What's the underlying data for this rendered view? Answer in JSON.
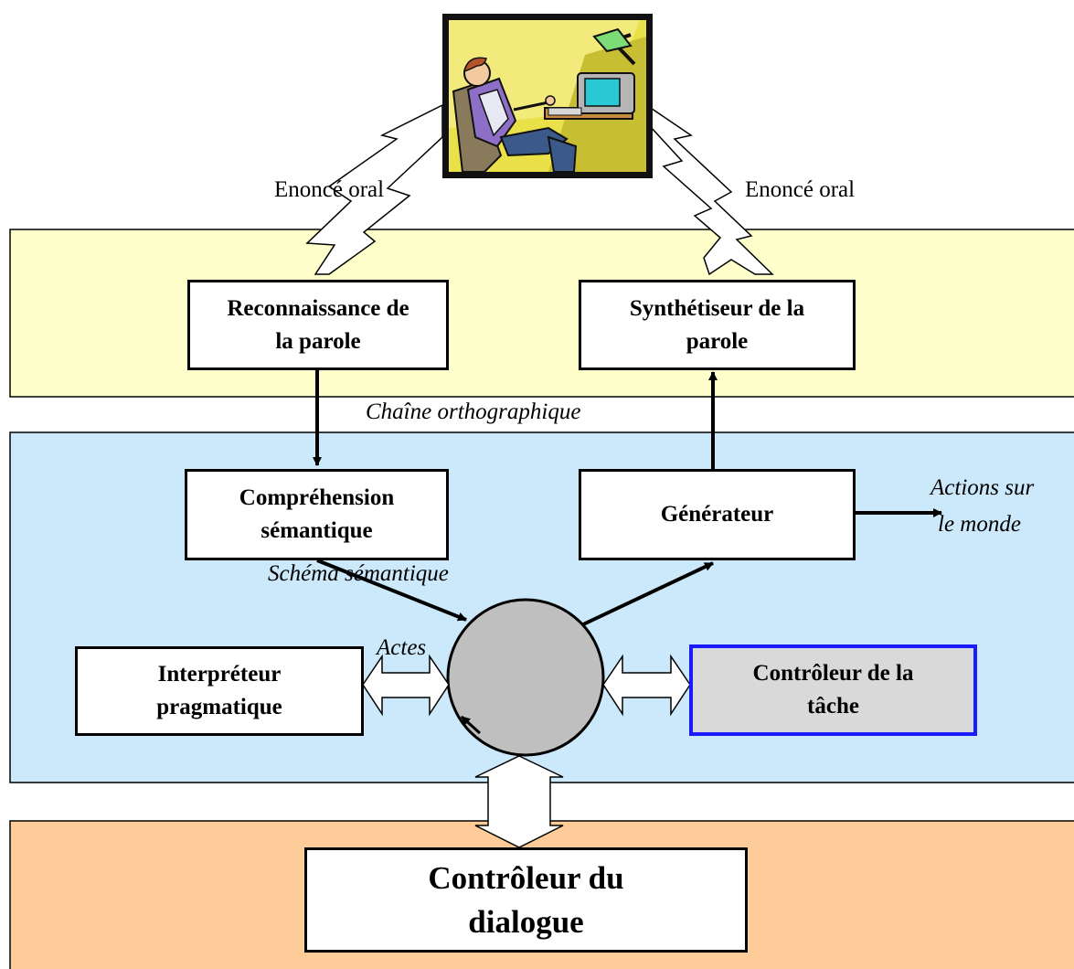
{
  "zones": {
    "speech_layer": {
      "fill": "#ffffcc"
    },
    "understanding_layer": {
      "fill": "#cce9fb"
    },
    "dialogue_layer": {
      "fill": "#fecc99"
    }
  },
  "picture": {
    "icon": "person-on-phone-at-computer-clipart",
    "background": "#e9e04a"
  },
  "links": {
    "speech_in": "Enoncé oral",
    "speech_out": "Enoncé oral",
    "orthographic": "Chaîne orthographique",
    "semantic_schema": "Schéma sémantique",
    "acts": "Actes",
    "world_actions_1": "Actions sur",
    "world_actions_2": "le monde"
  },
  "modules": {
    "recognition": {
      "line1": "Reconnaissance de",
      "line2": "la parole"
    },
    "synthesis": {
      "line1": "Synthétiseur de la",
      "line2": "parole"
    },
    "comprehension": {
      "line1": "Compréhension",
      "line2": "sémantique"
    },
    "generator": {
      "line1": "Générateur"
    },
    "pragmatic": {
      "line1": "Interpréteur",
      "line2": "pragmatique"
    },
    "task_controller": {
      "line1": "Contrôleur de la",
      "line2": "tâche",
      "border": "#1a1aff",
      "fill": "#d9d9d9"
    },
    "dialogue_controller": {
      "line1": "Contrôleur du",
      "line2": "dialogue"
    }
  },
  "hub": {
    "fill": "#bfbfbf"
  }
}
